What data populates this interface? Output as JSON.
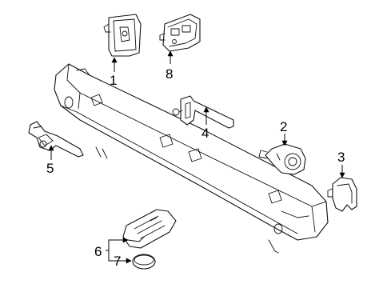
{
  "diagram": {
    "parts": [
      {
        "id": "part-1",
        "callout": "1"
      },
      {
        "id": "part-2",
        "callout": "2"
      },
      {
        "id": "part-3",
        "callout": "3"
      },
      {
        "id": "part-4",
        "callout": "4"
      },
      {
        "id": "part-5",
        "callout": "5"
      },
      {
        "id": "part-6",
        "callout": "6"
      },
      {
        "id": "part-7",
        "callout": "7"
      },
      {
        "id": "part-8",
        "callout": "8"
      }
    ]
  }
}
